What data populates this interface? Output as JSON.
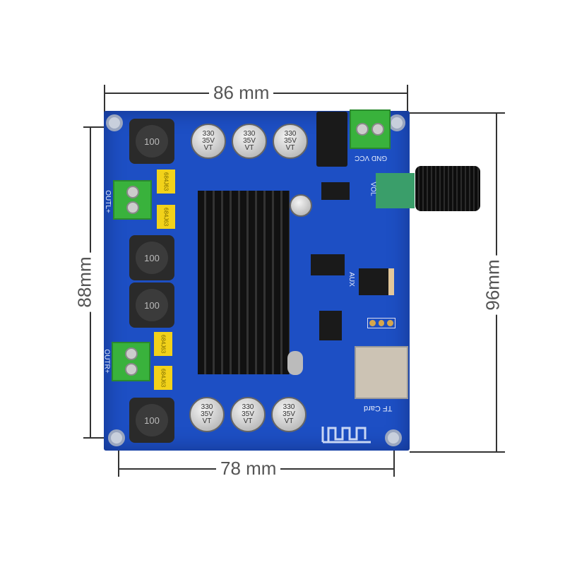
{
  "dimensions": {
    "top_width": "86 mm",
    "left_height": "88mm",
    "right_height": "96mm",
    "bottom_width": "78 mm"
  },
  "board": {
    "capacitor_label": [
      "330",
      "35V",
      "VT"
    ],
    "inductor_label": "100",
    "power_terminal_label": "GND VCC",
    "volume_label": "VOL",
    "aux_label": "AUX",
    "tf_card_label": "TF Card",
    "left_output_label": "OUTL+",
    "right_output_label": "OUTR+",
    "yellow_cap_label": "684J63",
    "colors": {
      "pcb": "#1d4fc4",
      "terminal": "#39b23c"
    }
  }
}
